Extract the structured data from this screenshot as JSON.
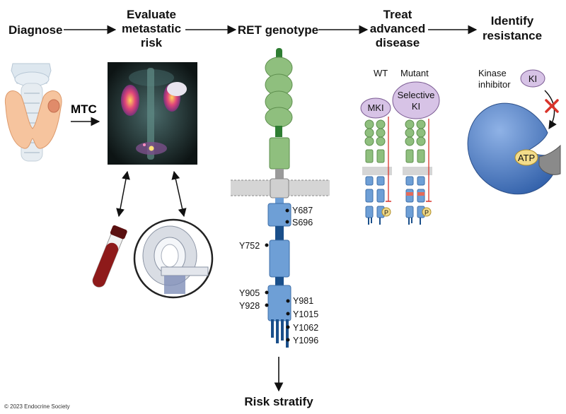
{
  "steps": {
    "diagnose": "Diagnose",
    "evaluate": [
      "Evaluate",
      "metastatic",
      "risk"
    ],
    "genotype": "RET genotype",
    "treat": [
      "Treat",
      "advanced",
      "disease"
    ],
    "resistance": [
      "Identify",
      "resistance"
    ]
  },
  "mtc_label": "MTC",
  "ret_sites_right": [
    "Y687",
    "S696",
    "Y981",
    "Y1015",
    "Y1062",
    "Y1096"
  ],
  "ret_sites_left": [
    "Y752",
    "Y905",
    "Y928"
  ],
  "treatment": {
    "wt_label": "WT",
    "mutant_label": "Mutant",
    "mki_label": "MKI",
    "selective_line1": "Selective",
    "selective_line2": "KI",
    "phospho": "P"
  },
  "resistance_panel": {
    "kinase_inhibitor_line1": "Kinase",
    "kinase_inhibitor_line2": "inhibitor",
    "ki_label": "KI",
    "atp_label": "ATP"
  },
  "risk_stratify": "Risk stratify",
  "copyright": "© 2023 Endocrine Society",
  "colors": {
    "arrow": "#111111",
    "domain_green": "#8fbf7e",
    "stalk_green": "#2e7d32",
    "domain_blue": "#6e9fd6",
    "dark_blue": "#1a4f8a",
    "membrane_gray": "#c8c8c8",
    "ki_purple": "#d7c3e6",
    "kinase_blue": "#4a78c2",
    "atp_yellow": "#f3dc8a",
    "block_red": "#d9342b",
    "blood_red": "#8e1a1a"
  }
}
